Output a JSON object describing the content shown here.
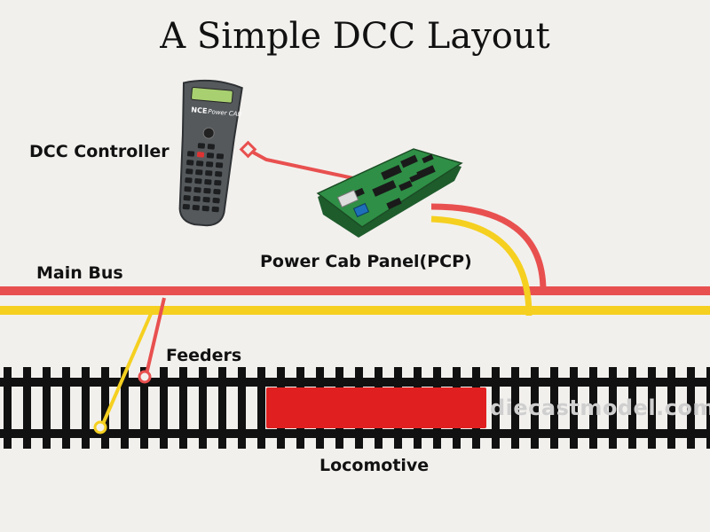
{
  "title": "A Simple DCC Layout",
  "labels": {
    "controller": "DCC Controller",
    "panel": "Power Cab Panel(PCP)",
    "main_bus": "Main Bus",
    "feeders": "Feeders",
    "locomotive": "Locomotive"
  },
  "controller_device": {
    "brand_text": "NCE",
    "model_text": "Power CAB"
  },
  "watermark": "diecastmodel.com",
  "colors": {
    "background": "#f2f0ed",
    "wire_red": "#e8504f",
    "wire_yellow": "#f5d020",
    "track": "#111111",
    "locomotive": "#e02020",
    "circuit_board": "#2f8f46"
  }
}
